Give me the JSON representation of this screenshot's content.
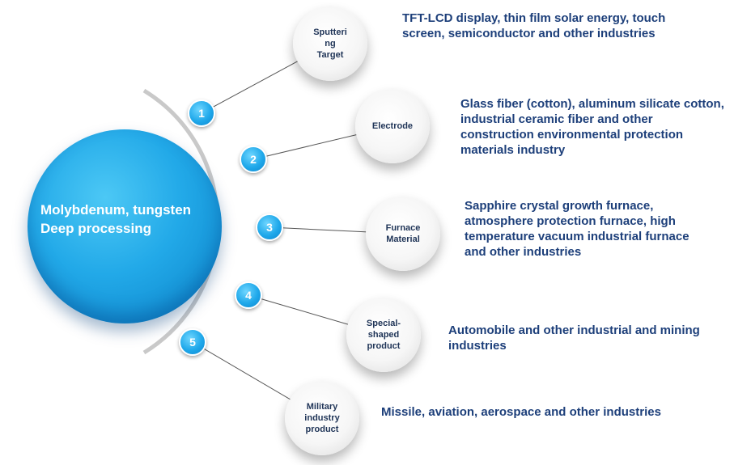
{
  "hub": {
    "lines": [
      "Molybdenum, tungsten",
      "Deep processing"
    ]
  },
  "items": [
    {
      "number": "1",
      "product": "Sputteri ng Target",
      "product_lines": [
        "Sputteri",
        "ng",
        "Target"
      ],
      "description_lines": [
        "TFT-LCD display, thin film solar energy, touch",
        "screen, semiconductor and other industries"
      ]
    },
    {
      "number": "2",
      "product": "Electrode",
      "product_lines": [
        "Electrode"
      ],
      "description_lines": [
        "Glass fiber (cotton), aluminum silicate cotton,",
        "industrial ceramic fiber and other",
        "construction environmental protection",
        "materials industry"
      ]
    },
    {
      "number": "3",
      "product": "Furnace Material",
      "product_lines": [
        "Furnace",
        "Material"
      ],
      "description_lines": [
        "Sapphire crystal growth furnace,",
        "atmosphere protection furnace, high",
        "temperature vacuum industrial furnace",
        "and other industries"
      ]
    },
    {
      "number": "4",
      "product": "Special-shaped product",
      "product_lines": [
        "Special-",
        "shaped",
        "product"
      ],
      "description_lines": [
        "Automobile and other industrial and mining",
        "industries"
      ]
    },
    {
      "number": "5",
      "product": "Military industry product",
      "product_lines": [
        "Military",
        "industry",
        "product"
      ],
      "description_lines": [
        "Missile, aviation, aerospace and other industries"
      ]
    }
  ],
  "colors": {
    "hub": "#1ba3e5",
    "number_circle": "#1fa8ea",
    "bubble": "#f4f4f4",
    "description_text": "#1d3f7a",
    "arc": "#c9c9c9",
    "connector": "#555555"
  }
}
